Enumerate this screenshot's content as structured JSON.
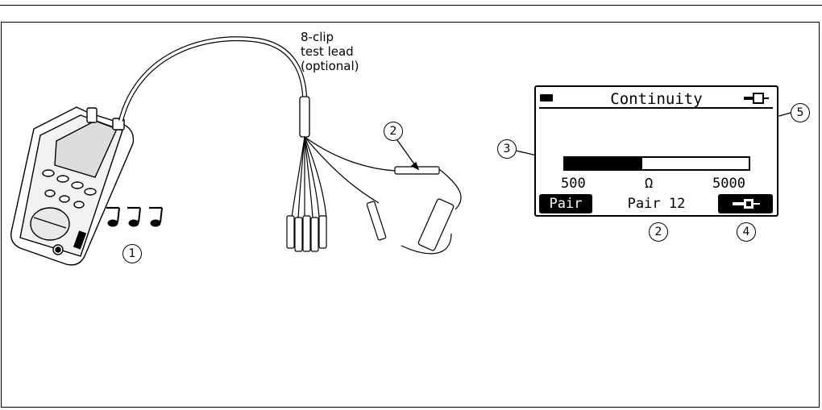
{
  "lead_label": [
    "8-clip",
    "test lead",
    "(optional)"
  ],
  "callouts": {
    "c1": "1",
    "c2a": "2",
    "c2b": "2",
    "c3": "3",
    "c4": "4",
    "c5": "5"
  },
  "screen": {
    "title": "Continuity",
    "scale_min": "500",
    "scale_unit": "Ω",
    "scale_max": "5000",
    "bar_fill_fraction": 0.42,
    "softkey_left": "Pair",
    "pair_label": "Pair 12",
    "battery_icon": "battery-icon",
    "connector_icon": "plug-icon",
    "softkey_right_icon": "plug-icon"
  }
}
